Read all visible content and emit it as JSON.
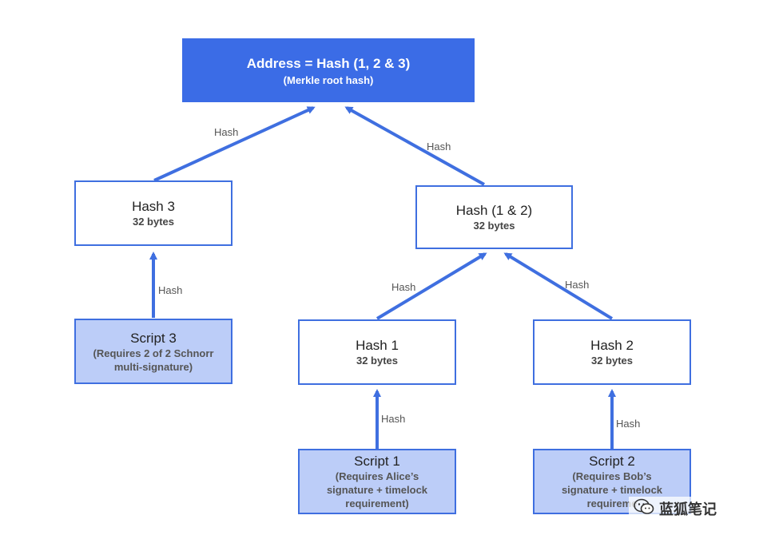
{
  "nodes": {
    "root": {
      "title": "Address = Hash (1, 2 & 3)",
      "sub": "(Merkle root hash)"
    },
    "hash3": {
      "title": "Hash 3",
      "sub": "32 bytes"
    },
    "hash12": {
      "title": "Hash (1 & 2)",
      "sub": "32 bytes"
    },
    "hash1": {
      "title": "Hash 1",
      "sub": "32 bytes"
    },
    "hash2": {
      "title": "Hash 2",
      "sub": "32 bytes"
    },
    "script3": {
      "title": "Script 3",
      "sub_lines": [
        "(Requires 2 of 2 Schnorr",
        "multi-signature)"
      ]
    },
    "script1": {
      "title": "Script 1",
      "sub_lines": [
        "(Requires Alice’s",
        "signature + timelock",
        "requirement)"
      ]
    },
    "script2": {
      "title": "Script 2",
      "sub_lines": [
        "(Requires Bob’s",
        "signature + timelock",
        "requireme"
      ]
    }
  },
  "edge_labels": {
    "hash3_to_root": "Hash",
    "hash12_to_root": "Hash",
    "script3_to_hash3": "Hash",
    "hash1_to_hash12": "Hash",
    "hash2_to_hash12": "Hash",
    "script1_to_hash1": "Hash",
    "script2_to_hash2": "Hash"
  },
  "colors": {
    "accent": "#3b6ce6",
    "script_fill": "#bccdf8",
    "edge": "#3f6fe0"
  },
  "watermark": {
    "text": "蓝狐笔记",
    "icon": "wechat-icon"
  }
}
